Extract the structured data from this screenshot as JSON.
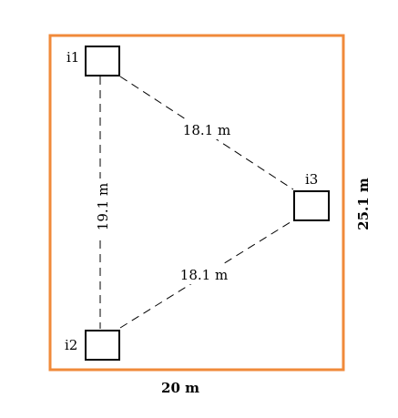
{
  "diagram": {
    "room": {
      "width_label": "20 m",
      "height_label": "25.1 m",
      "border_color": "#f08a3a"
    },
    "nodes": [
      {
        "id": "i1",
        "label": "i1"
      },
      {
        "id": "i2",
        "label": "i2"
      },
      {
        "id": "i3",
        "label": "i3"
      }
    ],
    "edges": [
      {
        "from": "i1",
        "to": "i2",
        "label": "19.1 m"
      },
      {
        "from": "i1",
        "to": "i3",
        "label": "18.1 m"
      },
      {
        "from": "i2",
        "to": "i3",
        "label": "18.1 m"
      }
    ],
    "colors": {
      "line": "#000000",
      "text": "#000000"
    }
  }
}
